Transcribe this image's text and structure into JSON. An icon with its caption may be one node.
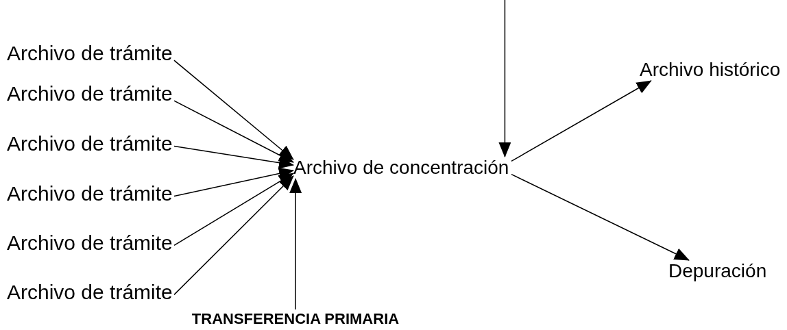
{
  "diagram": {
    "nodes": [
      {
        "text": [
          "Archivo de trámite"
        ]
      },
      {
        "text": [
          "Archivo de trámite"
        ]
      },
      {
        "text": [
          "Archivo de trámite"
        ]
      },
      {
        "text": [
          "Archivo de trámite"
        ]
      },
      {
        "text": [
          "Archivo de trámite"
        ]
      },
      {
        "text": [
          "Archivo de trámite"
        ]
      },
      {
        "text": [
          "Archivo de concentración"
        ]
      },
      {
        "text": [
          "TRANSFERENCIA PRIMARIA"
        ]
      },
      {
        "text": [
          "Archivo histórico"
        ]
      },
      {
        "text": [
          "Depuración"
        ]
      }
    ],
    "edges": [
      {
        "from": 0,
        "to": 6,
        "arrow": "to"
      },
      {
        "from": 1,
        "to": 6,
        "arrow": "to"
      },
      {
        "from": 2,
        "to": 6,
        "arrow": "to"
      },
      {
        "from": 3,
        "to": 6,
        "arrow": "to"
      },
      {
        "from": 4,
        "to": 6,
        "arrow": "to"
      },
      {
        "from": 5,
        "to": 6,
        "arrow": "to"
      },
      {
        "from": 7,
        "to": 6,
        "arrow": "to"
      },
      {
        "from": null,
        "to": 6,
        "arrow": "to"
      },
      {
        "from": 6,
        "to": 8,
        "arrow": "to"
      },
      {
        "from": 6,
        "to": 9,
        "arrow": "to"
      }
    ]
  }
}
